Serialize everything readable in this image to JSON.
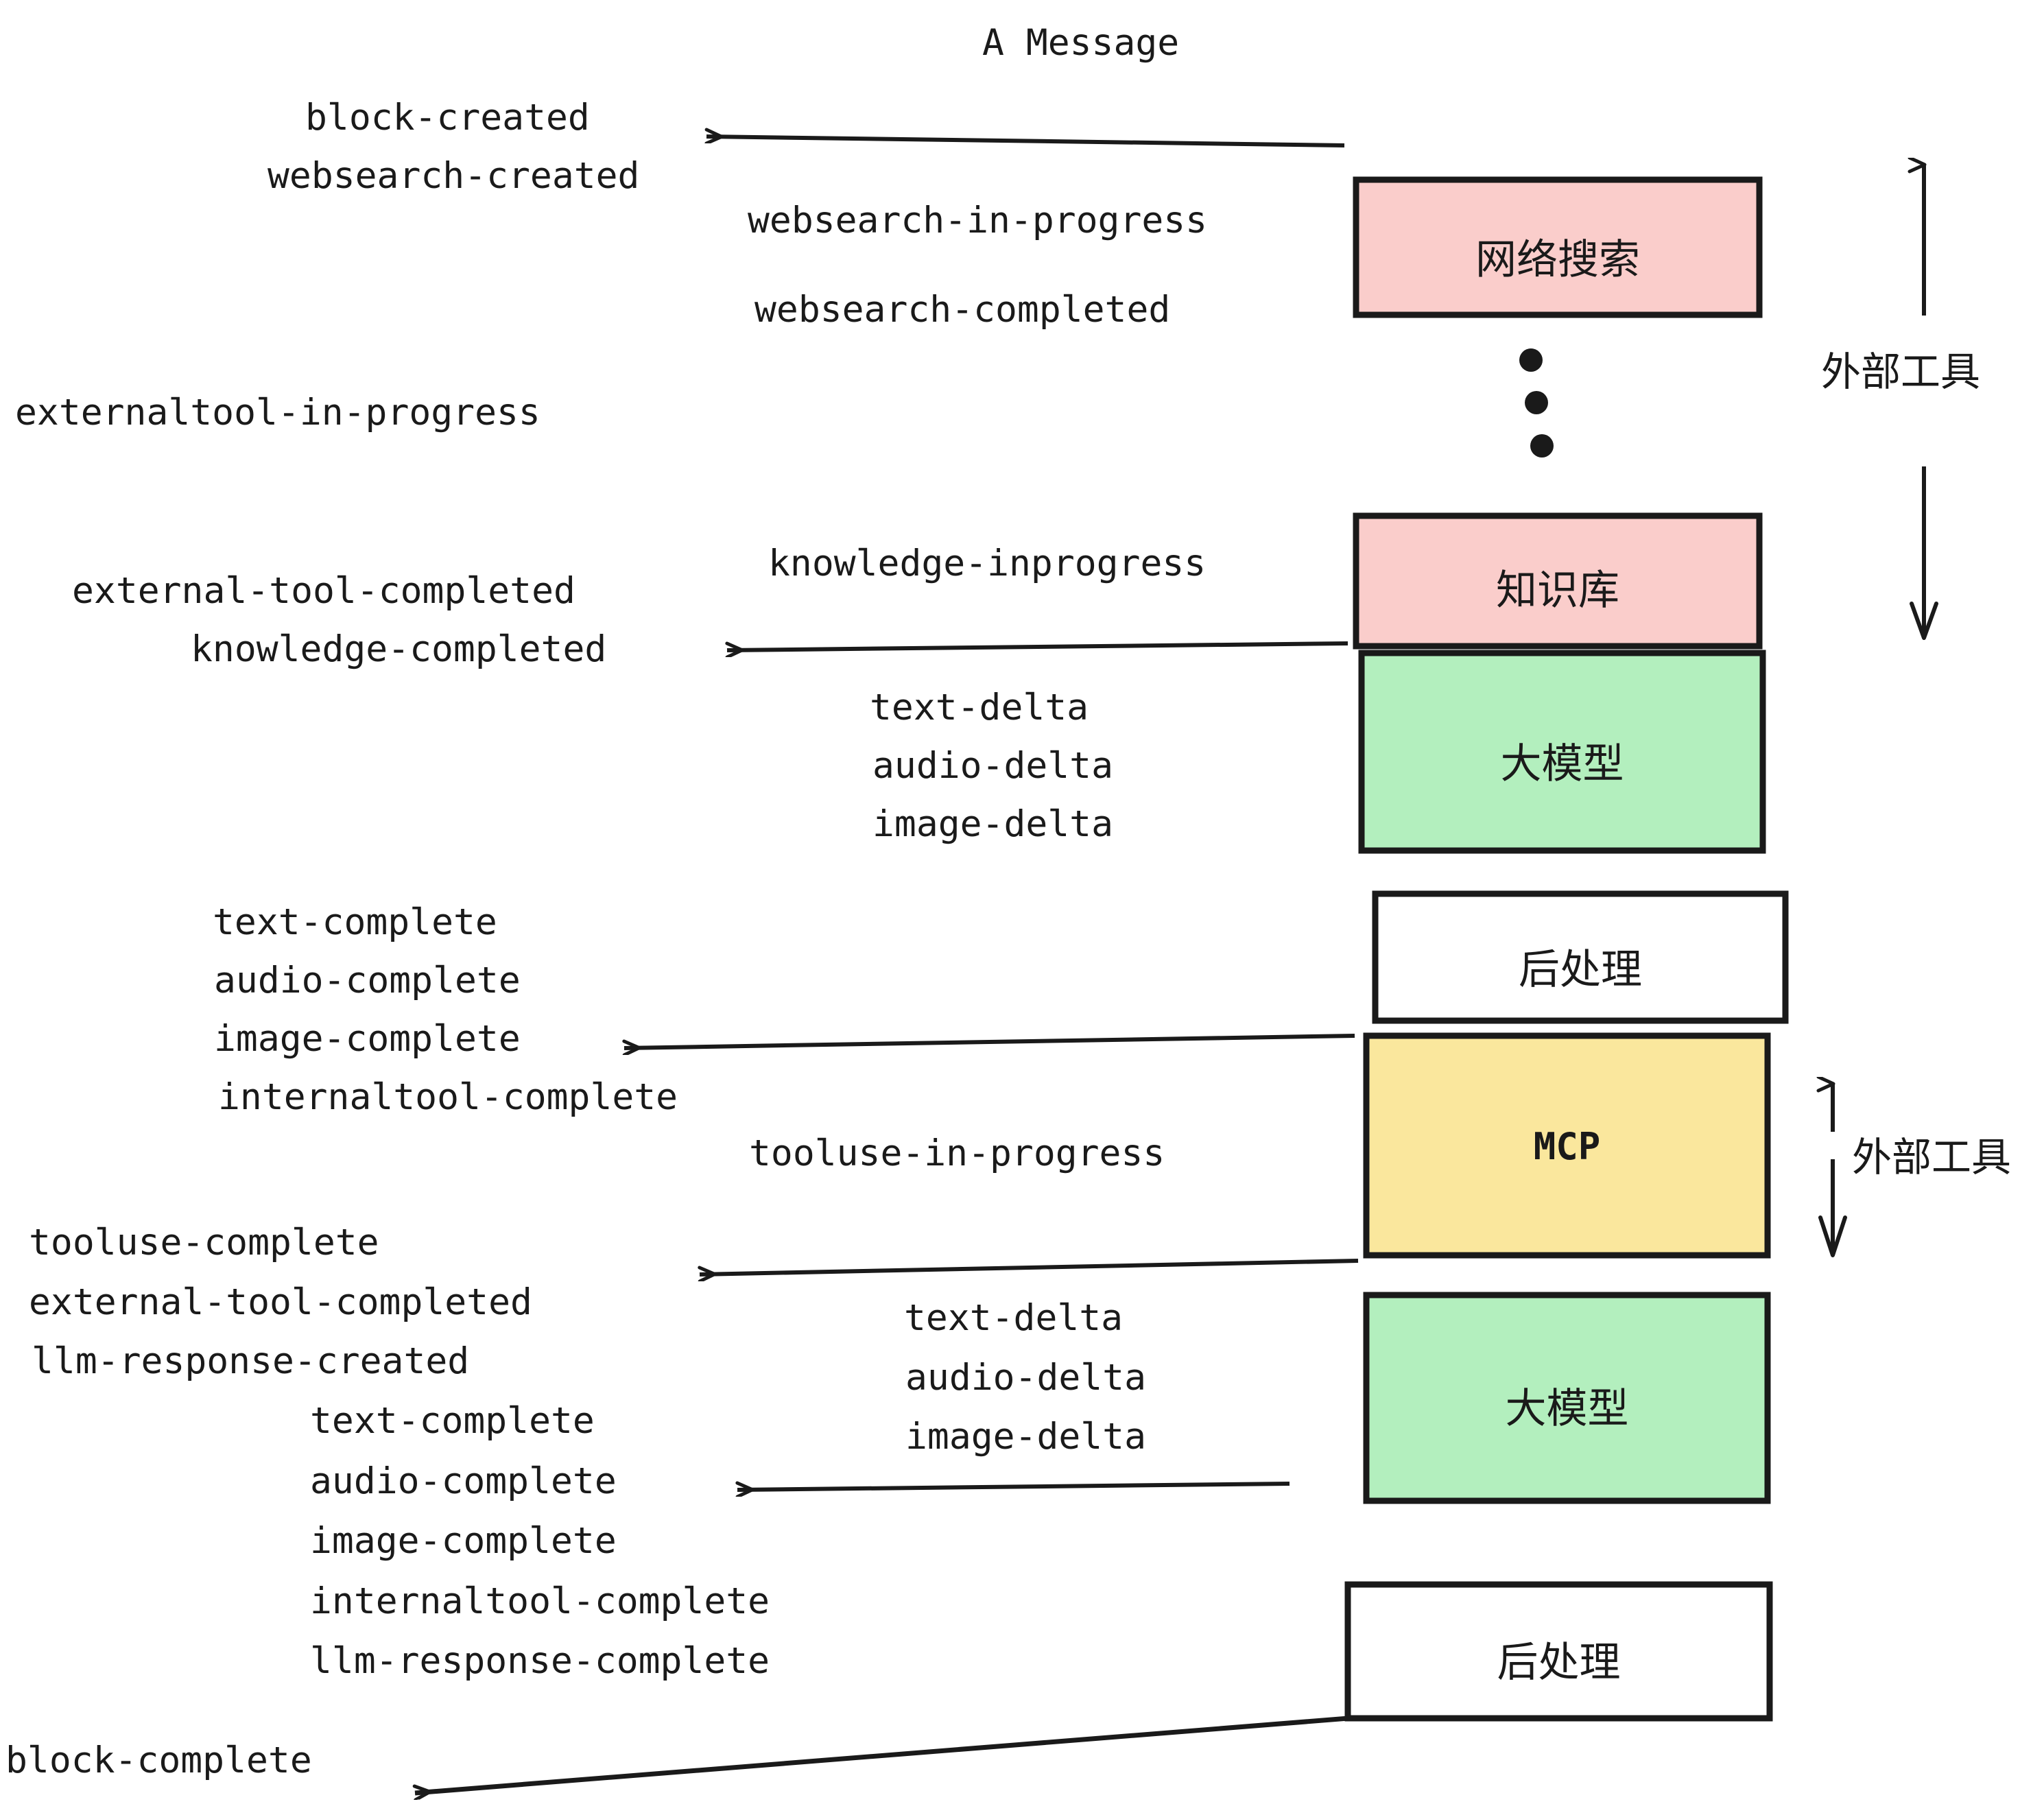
{
  "title": "A Message",
  "colors": {
    "pink": "#FACDCB",
    "green": "#B3EFBE",
    "yellow": "#FAE79D",
    "white": "#FFFFFF",
    "stroke": "#1a1a1a",
    "text": "#1a1a1a",
    "background": "#FFFFFF"
  },
  "boxes": [
    {
      "id": "websearch",
      "label": "网络搜索",
      "fill": "#FACDCB"
    },
    {
      "id": "knowledge",
      "label": "知识库",
      "fill": "#FACDCB"
    },
    {
      "id": "llm-1",
      "label": "大模型",
      "fill": "#B3EFBE"
    },
    {
      "id": "postprocess-1",
      "label": "后处理",
      "fill": "#FFFFFF"
    },
    {
      "id": "mcp",
      "label": "MCP",
      "fill": "#FAE79D"
    },
    {
      "id": "llm-2",
      "label": "大模型",
      "fill": "#B3EFBE"
    },
    {
      "id": "postprocess-2",
      "label": "后处理",
      "fill": "#FFFFFF"
    }
  ],
  "side_labels": [
    {
      "id": "external-tool-top",
      "label": "外部工具"
    },
    {
      "id": "external-tool-bottom",
      "label": "外部工具"
    }
  ],
  "events": {
    "block_created": "block-created",
    "websearch_created": "websearch-created",
    "websearch_in_progress": "websearch-in-progress",
    "websearch_completed": "websearch-completed",
    "externaltool_in_progress": "externaltool-in-progress",
    "knowledge_inprogress": "knowledge-inprogress",
    "external_tool_completed_1": "external-tool-completed",
    "knowledge_completed": "knowledge-completed",
    "text_delta_1": "text-delta",
    "audio_delta_1": "audio-delta",
    "image_delta_1": "image-delta",
    "text_complete_1": "text-complete",
    "audio_complete_1": "audio-complete",
    "image_complete_1": "image-complete",
    "internaltool_complete_1": "internaltool-complete",
    "tooluse_in_progress": "tooluse-in-progress",
    "tooluse_complete": "tooluse-complete",
    "external_tool_completed_2": "external-tool-completed",
    "llm_response_created": "llm-response-created",
    "text_delta_2": "text-delta",
    "audio_delta_2": "audio-delta",
    "image_delta_2": "image-delta",
    "text_complete_2": "text-complete",
    "audio_complete_2": "audio-complete",
    "image_complete_2": "image-complete",
    "internaltool_complete_2": "internaltool-complete",
    "llm_response_complete": "llm-response-complete",
    "block_complete": "block-complete"
  },
  "ellipsis": "⋮"
}
